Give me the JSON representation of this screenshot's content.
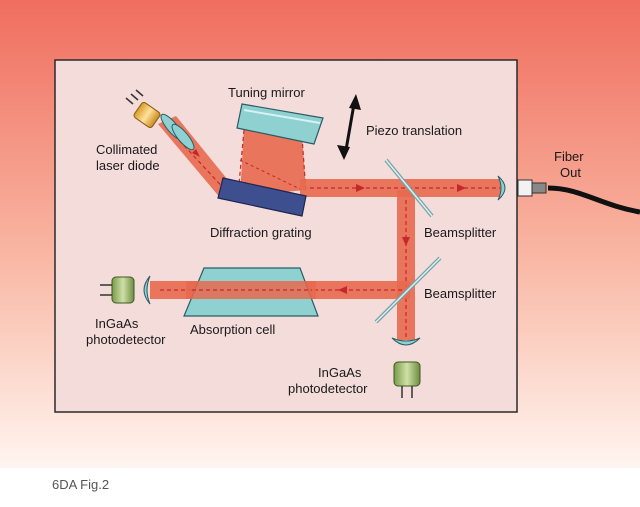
{
  "diagram": {
    "labels": {
      "tuning_mirror": "Tuning mirror",
      "piezo_translation": "Piezo translation",
      "collimated_line1": "Collimated",
      "collimated_line2": "laser diode",
      "fiber_line1": "Fiber",
      "fiber_line2": "Out",
      "diffraction_grating": "Diffraction grating",
      "beamsplitter_upper": "Beamsplitter",
      "beamsplitter_lower": "Beamsplitter",
      "ingaas_left_line1": "InGaAs",
      "ingaas_left_line2": "photodetector",
      "absorption_cell": "Absorption cell",
      "ingaas_bottom_line1": "InGaAs",
      "ingaas_bottom_line2": "photodetector"
    },
    "caption": "6DA Fig.2",
    "colors": {
      "background_top": "#f06d5e",
      "background_bottom": "#fff5f0",
      "enclosure_fill": "#f3dcd9",
      "beam": "#e8694e",
      "beam_dash": "#c5282a",
      "optic_teal": "#8fd0d0",
      "grating": "#3d4f8f"
    }
  }
}
